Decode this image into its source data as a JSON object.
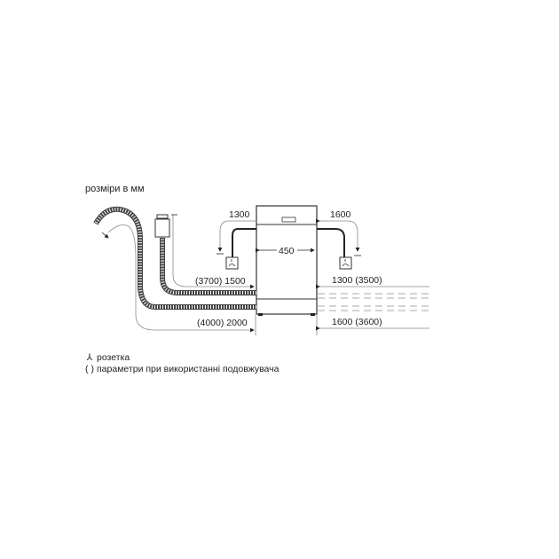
{
  "title": "розміри в мм",
  "dimensions": {
    "left_top": "1300",
    "right_top": "1600",
    "width": "450",
    "hose_upper_left": "(3700) 1500",
    "hose_lower_left": "(4000) 2000",
    "right_upper": "1300 (3500)",
    "right_lower": "1600 (3600)"
  },
  "legend": {
    "socket_symbol": "⅄",
    "socket_label": "розетка",
    "paren_symbol": "( )",
    "paren_label": "параметри при використанні подовжувача"
  },
  "colors": {
    "line": "#222222",
    "thin": "#888888",
    "dash": "#bbbbbb"
  }
}
